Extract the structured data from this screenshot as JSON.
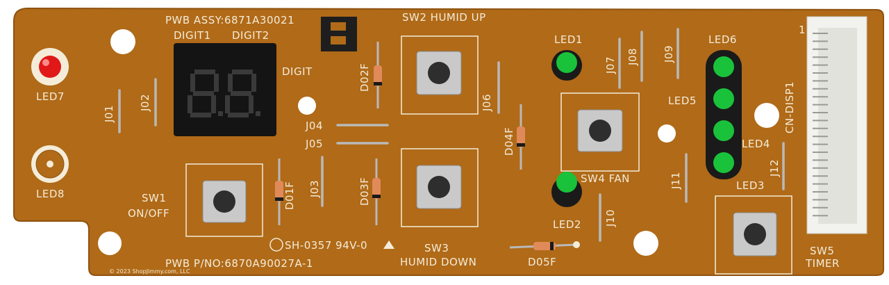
{
  "board": {
    "pwb_assy": "PWB ASSY:6871A30021",
    "pwb_pno": "PWB P/NO:6870A90027A-1",
    "ul_mark": "SH-0357 94V-0",
    "copyright": "© 2023 ShopJimmy.com, LLC"
  },
  "display": {
    "label_digit1": "DIGIT1",
    "label_digit2": "DIGIT2",
    "label_digit": "DIGIT"
  },
  "switches": {
    "sw1_name": "SW1",
    "sw1_func": "ON/OFF",
    "sw2": "SW2 HUMID UP",
    "sw3_name": "SW3",
    "sw3_func": "HUMID DOWN",
    "sw4": "SW4 FAN",
    "sw5_name": "SW5",
    "sw5_func": "TIMER"
  },
  "leds": {
    "led1": "LED1",
    "led2": "LED2",
    "led3": "LED3",
    "led4": "LED4",
    "led5": "LED5",
    "led6": "LED6",
    "led7": "LED7",
    "led8": "LED8"
  },
  "jumpers": {
    "j01": "J01",
    "j02": "J02",
    "j03": "J03",
    "j04": "J04",
    "j05": "J05",
    "j06": "J06",
    "j07": "J07",
    "j08": "J08",
    "j09": "J09",
    "j10": "J10",
    "j11": "J11",
    "j12": "J12"
  },
  "diodes": {
    "d01f": "D01F",
    "d02f": "D02F",
    "d03f": "D03F",
    "d04f": "D04F",
    "d05f": "D05F"
  },
  "connector": {
    "name": "CN-DISP1",
    "pin1": "1"
  },
  "colors": {
    "pcb": "#b06a18",
    "pcb_edge": "#8e5210",
    "silkscreen": "#f4ecd8",
    "led_green": "#19c23a",
    "led_red": "#e01818",
    "display_bg": "#141414",
    "segment": "#3a3a3a"
  }
}
